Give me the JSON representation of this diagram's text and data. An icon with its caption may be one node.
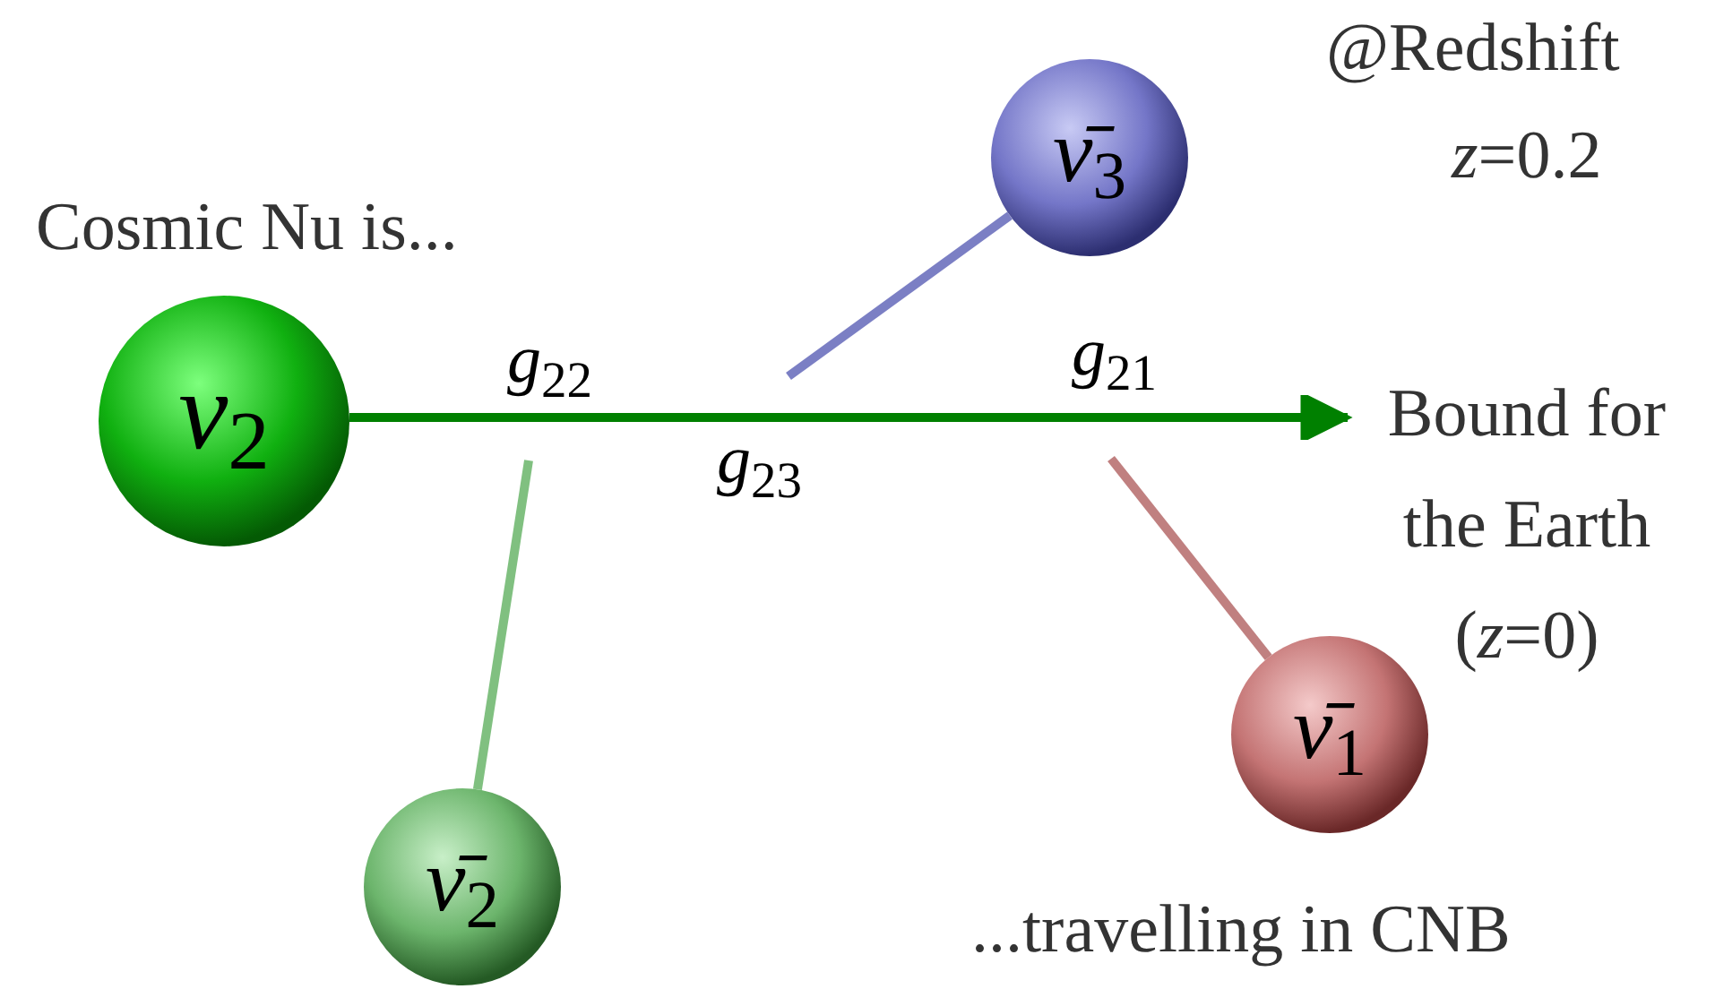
{
  "diagram": {
    "nodes": [
      {
        "text": [
          "*ν*$_{2}$"
        ],
        "beside": [
          "Cosmic Nu is..."
        ]
      },
      {
        "text": [
          "Bound for the Earth (*z*=0)"
        ]
      },
      {
        "text": [
          "*ν̄*$_{3}$"
        ]
      },
      {
        "text": [
          "*ν̄*$_{2}$"
        ]
      },
      {
        "text": [
          "*ν̄*$_{1}$"
        ]
      }
    ],
    "edges": [
      {
        "from": 0,
        "to": 1,
        "arrow": "to",
        "color": "#008000"
      },
      {
        "from": 2,
        "to": null,
        "arrow": "none",
        "color": "#7b7fc4"
      },
      {
        "from": 3,
        "to": null,
        "arrow": "none",
        "color": "#80c080"
      },
      {
        "from": 4,
        "to": null,
        "arrow": "none",
        "color": "#c08080"
      }
    ],
    "labels": [
      "@Redshift",
      "*z*=0.2",
      "*g*$_{22}$",
      "*g*$_{21}$",
      "*g*$_{23}$",
      "...travelling in CNB"
    ]
  }
}
